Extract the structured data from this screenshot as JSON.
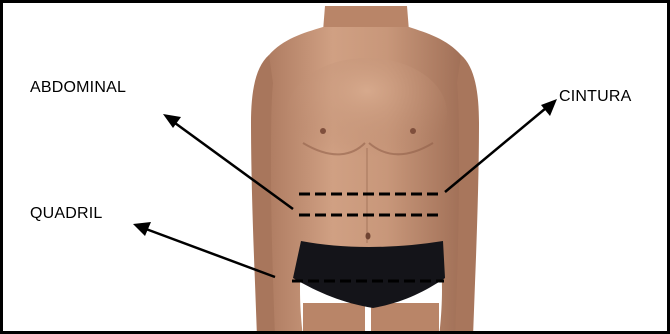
{
  "labels": {
    "abdominal": "ABDOMINAL",
    "cintura": "CINTURA",
    "quadril": "QUADRIL"
  },
  "figure": {
    "subject": "male torso, front view",
    "skin_color": "#c7977a",
    "brief_color": "#141419",
    "line_color": "#000000"
  }
}
